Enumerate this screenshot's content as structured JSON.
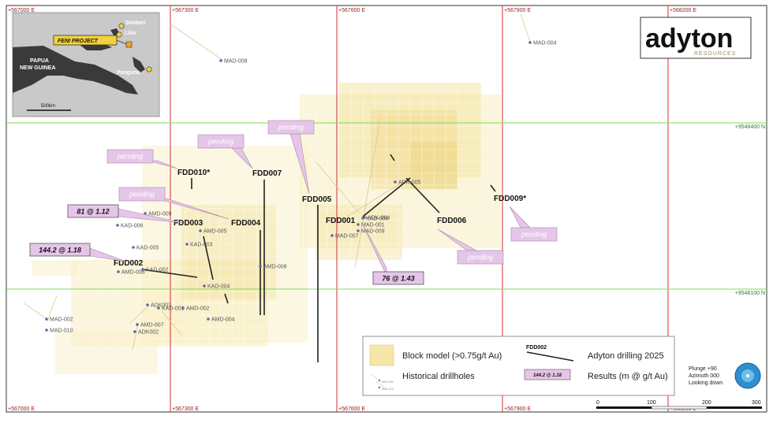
{
  "grid": {
    "east_top": [
      "+567000 E",
      "+567300 E",
      "+567600 E",
      "+567900 E",
      "+568200 E"
    ],
    "east_bottom": [
      "+567000 E",
      "+567300 E",
      "+567600 E",
      "+567900 E",
      "+568200 E"
    ],
    "north": [
      "+9548400 N",
      "+9548100 N"
    ]
  },
  "inset": {
    "labels": [
      "Simberi",
      "Lihir",
      "FENI PROJECT",
      "PAPUA",
      "NEW GUINEA",
      "Panguna"
    ],
    "scale": "500km"
  },
  "logo": {
    "brand": "adyton",
    "sub": "RESOURCES"
  },
  "historical_holes": [
    "MAD-008",
    "MAD-004",
    "AMD-009",
    "KAD-006",
    "AMD-005",
    "KAD-005",
    "KAD-003",
    "AMD-006",
    "KAD-002",
    "KAD-004",
    "AMD-008",
    "ADK003",
    "KAD-001",
    "AMD-002",
    "AMD-007",
    "ADK002",
    "AMD-004",
    "MAD-002",
    "MAD-010",
    "ADK-005",
    "ADK-004",
    "KAD-006",
    "MAD-001",
    "MAD-009",
    "MAD-007"
  ],
  "drillholes": [
    "FDD010*",
    "FDD007",
    "FDD005",
    "FDD004",
    "FDD003",
    "FDD002",
    "FDD001",
    "FDD006",
    "FDD009*"
  ],
  "callouts": [
    "pending",
    "pending",
    "pending",
    "pending",
    "pending",
    "pending"
  ],
  "results": [
    "81 @ 1.12",
    "144.2 @ 1.18",
    "76 @ 1.43"
  ],
  "legend": {
    "block_model": "Block model (>0.75g/t Au)",
    "historical": "Historical drillholes",
    "legend_drill_label": "FDD002",
    "adyton": "Adyton drilling 2025",
    "result_sample": "144.2 @ 1.18",
    "results": "Results (m @ g/t Au)"
  },
  "view": {
    "plunge": "Plunge +90",
    "azimuth": "Azimuth 000",
    "looking": "Looking down"
  },
  "scale_bar": {
    "ticks": [
      "0",
      "100",
      "200",
      "300"
    ]
  },
  "colors": {
    "easting": "#d32f2f",
    "northing": "#7ddc5a",
    "block": "#f6e7a8",
    "callout": "#e6c6e8",
    "result": "#e6c6e8"
  }
}
